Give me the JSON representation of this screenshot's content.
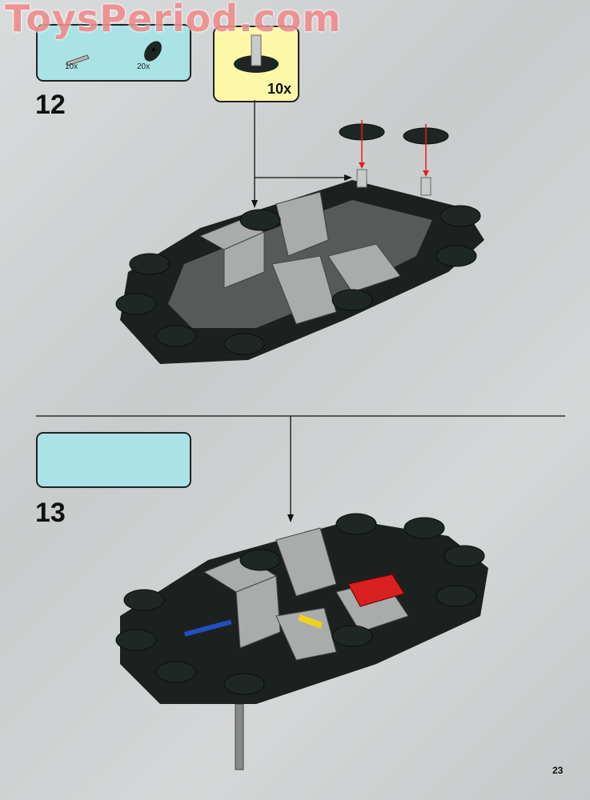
{
  "watermark": "ToysPeriod.com",
  "step12": {
    "number": "12",
    "parts": [
      {
        "icon": "axle-icon",
        "qty": "10x"
      },
      {
        "icon": "disc-icon",
        "qty": "20x"
      }
    ],
    "callout_qty": "10x"
  },
  "step13": {
    "number": "13"
  },
  "page_number": "23",
  "colors": {
    "parts_box": "#a9e3e6",
    "callout": "#fdf8a8",
    "arrow": "#e02020",
    "frame": "#1c211f",
    "beam": "#a9acab"
  }
}
